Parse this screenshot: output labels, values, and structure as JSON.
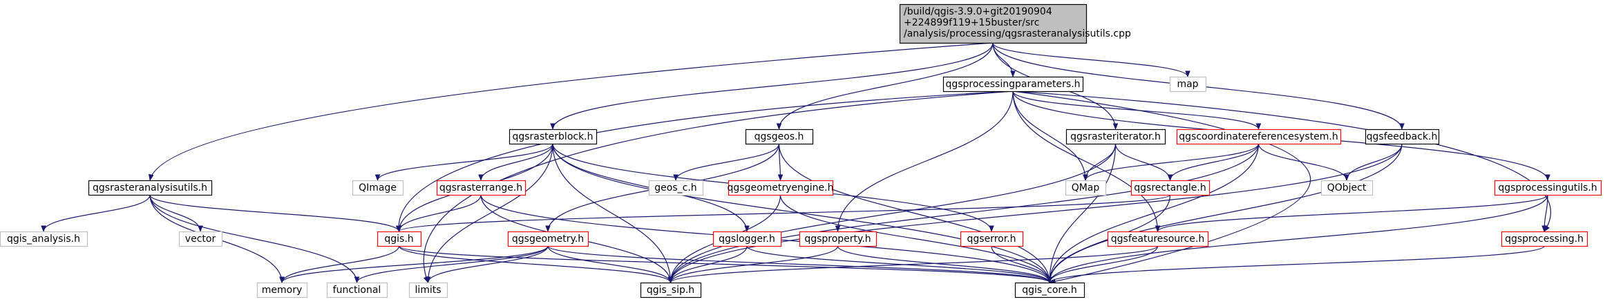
{
  "diagram": {
    "type": "include-dependency-graph",
    "colors": {
      "root_fill": "#bfbfbf",
      "node_fill": "#ffffff",
      "documented_border": "#000000",
      "truncated_border": "#ff0000",
      "external_border": "#bfbfbf",
      "external_text": "#000000",
      "edge": "#191970"
    },
    "nodes": [
      {
        "id": "root",
        "lines": [
          "/build/qgis-3.9.0+git20190904",
          "+224899f119+15buster/src",
          "/analysis/processing/qgsrasteranalysisutils.cpp"
        ],
        "kind": "root"
      },
      {
        "id": "analysisutils_h",
        "lines": [
          "qgsrasteranalysisutils.h"
        ],
        "kind": "documented"
      },
      {
        "id": "rasterblock_h",
        "lines": [
          "qgsrasterblock.h"
        ],
        "kind": "documented"
      },
      {
        "id": "geos_h",
        "lines": [
          "qgsgeos.h"
        ],
        "kind": "documented"
      },
      {
        "id": "procparams_h",
        "lines": [
          "qgsprocessingparameters.h"
        ],
        "kind": "documented"
      },
      {
        "id": "rasteriterator_h",
        "lines": [
          "qgsrasteriterator.h"
        ],
        "kind": "documented"
      },
      {
        "id": "feedback_h",
        "lines": [
          "qgsfeedback.h"
        ],
        "kind": "documented"
      },
      {
        "id": "map",
        "lines": [
          "map"
        ],
        "kind": "external"
      },
      {
        "id": "crs_h",
        "lines": [
          "qgscoordinatereferencesystem.h"
        ],
        "kind": "truncated"
      },
      {
        "id": "procutils_h",
        "lines": [
          "qgsprocessingutils.h"
        ],
        "kind": "truncated"
      },
      {
        "id": "qgis_analysis",
        "lines": [
          "qgis_analysis.h"
        ],
        "kind": "external"
      },
      {
        "id": "vector",
        "lines": [
          "vector"
        ],
        "kind": "external"
      },
      {
        "id": "qimage",
        "lines": [
          "QImage"
        ],
        "kind": "external"
      },
      {
        "id": "rasterrange_h",
        "lines": [
          "qgsrasterrange.h"
        ],
        "kind": "truncated"
      },
      {
        "id": "geos_c",
        "lines": [
          "geos_c.h"
        ],
        "kind": "external"
      },
      {
        "id": "geomengine_h",
        "lines": [
          "qgsgeometryengine.h"
        ],
        "kind": "truncated"
      },
      {
        "id": "qmap",
        "lines": [
          "QMap"
        ],
        "kind": "external"
      },
      {
        "id": "rectangle_h",
        "lines": [
          "qgsrectangle.h"
        ],
        "kind": "truncated"
      },
      {
        "id": "qobject",
        "lines": [
          "QObject"
        ],
        "kind": "external"
      },
      {
        "id": "qgis_h",
        "lines": [
          "qgis.h"
        ],
        "kind": "truncated"
      },
      {
        "id": "geometry_h",
        "lines": [
          "qgsgeometry.h"
        ],
        "kind": "truncated"
      },
      {
        "id": "logger_h",
        "lines": [
          "qgslogger.h"
        ],
        "kind": "truncated"
      },
      {
        "id": "property_h",
        "lines": [
          "qgsproperty.h"
        ],
        "kind": "truncated"
      },
      {
        "id": "error_h",
        "lines": [
          "qgserror.h"
        ],
        "kind": "truncated"
      },
      {
        "id": "featuresource_h",
        "lines": [
          "qgsfeaturesource.h"
        ],
        "kind": "truncated"
      },
      {
        "id": "processing_h",
        "lines": [
          "qgsprocessing.h"
        ],
        "kind": "truncated"
      },
      {
        "id": "memory",
        "lines": [
          "memory"
        ],
        "kind": "external"
      },
      {
        "id": "functional",
        "lines": [
          "functional"
        ],
        "kind": "external"
      },
      {
        "id": "limits",
        "lines": [
          "limits"
        ],
        "kind": "external"
      },
      {
        "id": "qgis_sip",
        "lines": [
          "qgis_sip.h"
        ],
        "kind": "documented"
      },
      {
        "id": "qgis_core",
        "lines": [
          "qgis_core.h"
        ],
        "kind": "documented"
      }
    ],
    "edges": [
      [
        "root",
        "analysisutils_h"
      ],
      [
        "root",
        "rasterblock_h"
      ],
      [
        "root",
        "geos_h"
      ],
      [
        "root",
        "procparams_h"
      ],
      [
        "root",
        "rasteriterator_h"
      ],
      [
        "root",
        "feedback_h"
      ],
      [
        "root",
        "map"
      ],
      [
        "analysisutils_h",
        "qgis_analysis"
      ],
      [
        "analysisutils_h",
        "vector"
      ],
      [
        "analysisutils_h",
        "qgis_h"
      ],
      [
        "analysisutils_h",
        "memory"
      ],
      [
        "analysisutils_h",
        "functional"
      ],
      [
        "rasterblock_h",
        "qimage"
      ],
      [
        "rasterblock_h",
        "rasterrange_h"
      ],
      [
        "rasterblock_h",
        "qgis_h"
      ],
      [
        "rasterblock_h",
        "logger_h"
      ],
      [
        "rasterblock_h",
        "error_h"
      ],
      [
        "rasterblock_h",
        "qgis_sip"
      ],
      [
        "rasterblock_h",
        "qgis_core"
      ],
      [
        "rasterblock_h",
        "limits"
      ],
      [
        "geos_h",
        "geos_c"
      ],
      [
        "geos_h",
        "geomengine_h"
      ],
      [
        "geos_h",
        "geometry_h"
      ],
      [
        "geos_h",
        "qgis_core"
      ],
      [
        "procparams_h",
        "crs_h"
      ],
      [
        "procparams_h",
        "procutils_h"
      ],
      [
        "procparams_h",
        "qmap"
      ],
      [
        "procparams_h",
        "property_h"
      ],
      [
        "procparams_h",
        "featuresource_h"
      ],
      [
        "procparams_h",
        "processing_h"
      ],
      [
        "procparams_h",
        "qgis_core"
      ],
      [
        "procparams_h",
        "qgis_h"
      ],
      [
        "procparams_h",
        "limits"
      ],
      [
        "rasteriterator_h",
        "qmap"
      ],
      [
        "rasteriterator_h",
        "rectangle_h"
      ],
      [
        "rasteriterator_h",
        "qgis_core"
      ],
      [
        "rasteriterator_h",
        "qgis_sip"
      ],
      [
        "feedback_h",
        "qobject"
      ],
      [
        "feedback_h",
        "qgis_core"
      ],
      [
        "feedback_h",
        "qgis_sip"
      ],
      [
        "crs_h",
        "qmap"
      ],
      [
        "crs_h",
        "rectangle_h"
      ],
      [
        "crs_h",
        "qobject"
      ],
      [
        "crs_h",
        "qgis_core"
      ],
      [
        "crs_h",
        "qgis_sip"
      ],
      [
        "procutils_h",
        "processing_h"
      ],
      [
        "procutils_h",
        "featuresource_h"
      ],
      [
        "procutils_h",
        "qgis_core"
      ],
      [
        "rasterrange_h",
        "qgis_h"
      ],
      [
        "rasterrange_h",
        "qgis_sip"
      ],
      [
        "rasterrange_h",
        "qgis_core"
      ],
      [
        "geomengine_h",
        "qgis_core"
      ],
      [
        "geomengine_h",
        "qgis_sip"
      ],
      [
        "rectangle_h",
        "qgis_core"
      ],
      [
        "rectangle_h",
        "qgis_h"
      ],
      [
        "qgis_h",
        "memory"
      ],
      [
        "qgis_h",
        "qgis_sip"
      ],
      [
        "qgis_h",
        "qgis_core"
      ],
      [
        "geometry_h",
        "memory"
      ],
      [
        "geometry_h",
        "functional"
      ],
      [
        "geometry_h",
        "limits"
      ],
      [
        "geometry_h",
        "qgis_sip"
      ],
      [
        "geometry_h",
        "qgis_core"
      ],
      [
        "logger_h",
        "qgis_sip"
      ],
      [
        "logger_h",
        "qgis_core"
      ],
      [
        "property_h",
        "qgis_sip"
      ],
      [
        "property_h",
        "qgis_core"
      ],
      [
        "error_h",
        "qgis_core"
      ],
      [
        "featuresource_h",
        "qgis_core"
      ],
      [
        "featuresource_h",
        "qgis_sip"
      ],
      [
        "processing_h",
        "qgis_core"
      ]
    ]
  }
}
